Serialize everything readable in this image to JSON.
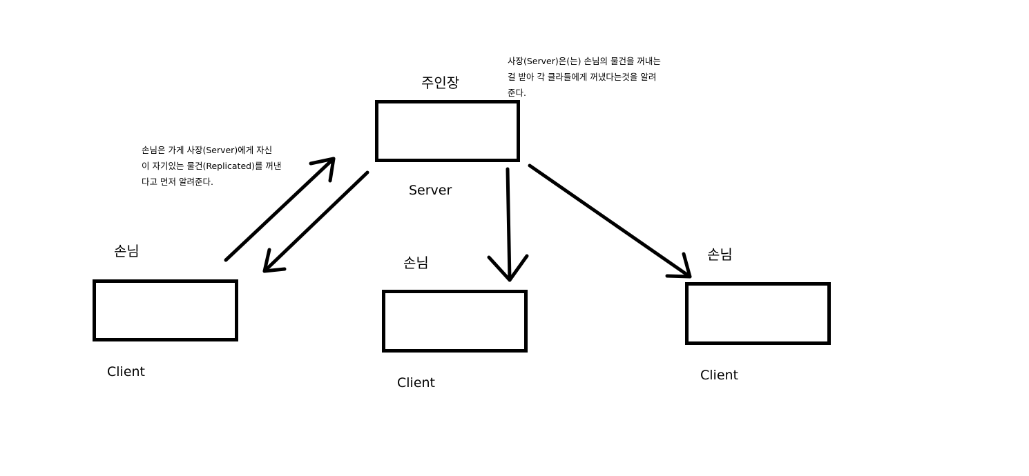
{
  "server": {
    "title": "주인장",
    "label": "Server"
  },
  "clients": [
    {
      "title": "손님",
      "label": "Client"
    },
    {
      "title": "손님",
      "label": "Client"
    },
    {
      "title": "손님",
      "label": "Client"
    }
  ],
  "notes": {
    "server_note": [
      "사장(Server)은(는) 손님의 물건을 꺼내는",
      "걸 받아 각 클라들에게 꺼냈다는것을 알려",
      "준다."
    ],
    "client_note": [
      "손님은 가게 사장(Server)에게 자신",
      "이 자기있는 물건(Replicated)를 꺼낸",
      "다고 먼저 알려준다."
    ]
  },
  "colors": {
    "stroke": "#000000",
    "background": "#ffffff"
  }
}
